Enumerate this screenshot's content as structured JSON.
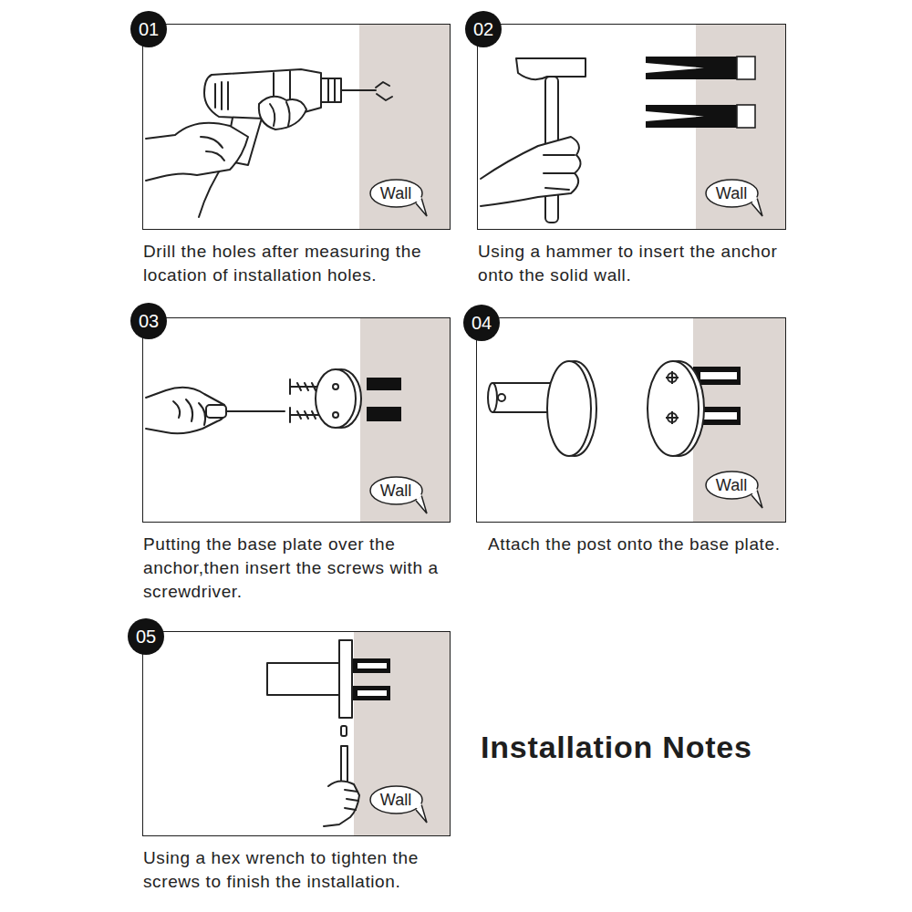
{
  "diagram": {
    "title": "Installation Notes",
    "nodes": [
      {
        "text": [
          "01"
        ]
      },
      {
        "text": [
          "Drill the holes after measuring the location of installation holes."
        ]
      },
      {
        "text": [
          "Wall"
        ],
        "in": 1
      },
      {
        "text": [
          "02"
        ]
      },
      {
        "text": [
          "Using a hammer to insert the anchor onto the solid wall."
        ]
      },
      {
        "text": [
          "Wall"
        ],
        "in": 4
      },
      {
        "text": [
          "03"
        ]
      },
      {
        "text": [
          "Putting the base plate over the anchor,then insert the screws with a screwdriver."
        ]
      },
      {
        "text": [
          "Wall"
        ],
        "in": 7
      },
      {
        "text": [
          "04"
        ]
      },
      {
        "text": [
          "Attach the post onto the base plate."
        ]
      },
      {
        "text": [
          "Wall"
        ],
        "in": 10
      },
      {
        "text": [
          "05"
        ]
      },
      {
        "text": [
          "Using a hex wrench to tighten the screws to finish the installation."
        ]
      },
      {
        "text": [
          "Wall"
        ],
        "in": 13
      }
    ]
  }
}
